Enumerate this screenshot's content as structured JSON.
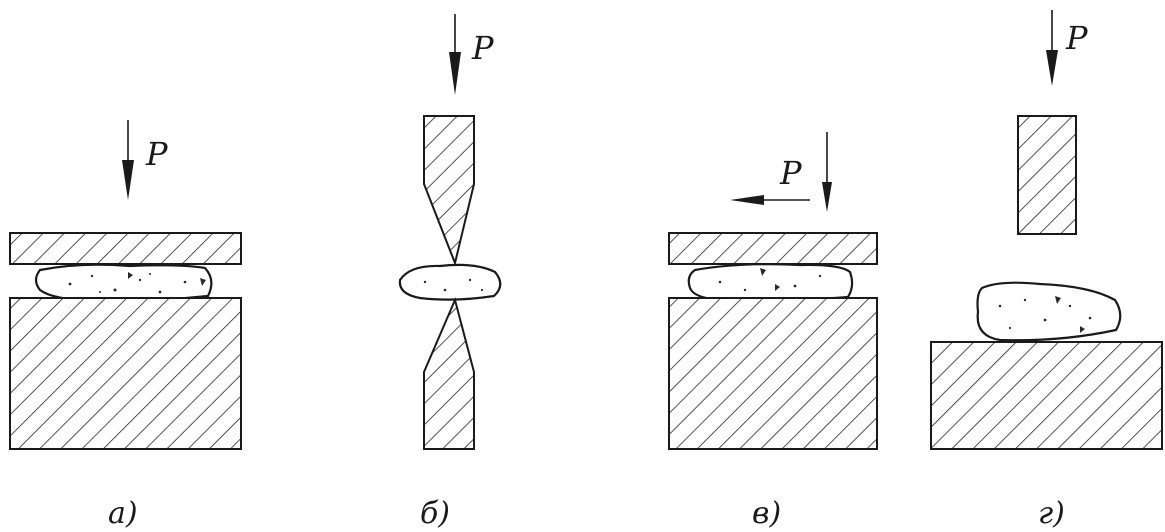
{
  "force_label": "P",
  "panels": [
    {
      "id": "a",
      "label": "а)"
    },
    {
      "id": "b",
      "label": "б)"
    },
    {
      "id": "v",
      "label": "в)"
    },
    {
      "id": "g",
      "label": "г)"
    }
  ]
}
